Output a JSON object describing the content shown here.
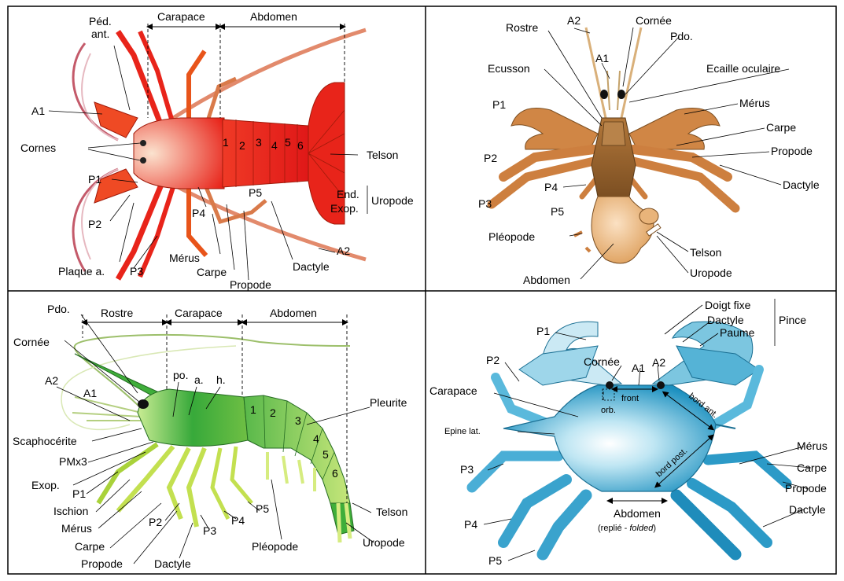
{
  "panels": {
    "lobster": {
      "sections": {
        "carapace": "Carapace",
        "abdomen": "Abdomen"
      },
      "labels": {
        "ped_ant": "Péd.\nant.",
        "a1": "A1",
        "cornes": "Cornes",
        "p1": "P1",
        "p2": "P2",
        "plaque": "Plaque a.",
        "p3": "P3",
        "p4": "P4",
        "p5": "P5",
        "merus": "Mérus",
        "carpe": "Carpe",
        "propode": "Propode",
        "dactyle": "Dactyle",
        "a2": "A2",
        "telson": "Telson",
        "end": "End.",
        "exop": "Exop.",
        "uropode": "Uropode"
      },
      "segments": [
        "1",
        "2",
        "3",
        "4",
        "5",
        "6"
      ]
    },
    "hermit": {
      "labels": {
        "rostre": "Rostre",
        "a2": "A2",
        "cornee": "Cornée",
        "pdo": "Pdo.",
        "a1": "A1",
        "ecusson": "Ecusson",
        "ecaille": "Ecaille oculaire",
        "p1": "P1",
        "merus": "Mérus",
        "carpe": "Carpe",
        "propode": "Propode",
        "p2": "P2",
        "dactyle": "Dactyle",
        "p4": "P4",
        "p3": "P3",
        "p5": "P5",
        "pleopode": "Pléopode",
        "telson": "Telson",
        "uropode": "Uropode",
        "abdomen": "Abdomen"
      }
    },
    "shrimp": {
      "sections": {
        "rostre": "Rostre",
        "carapace": "Carapace",
        "abdomen": "Abdomen"
      },
      "labels": {
        "pdo": "Pdo.",
        "cornee": "Cornée",
        "po": "po.",
        "a": "a.",
        "h": "h.",
        "a2": "A2",
        "a1": "A1",
        "pleurite": "Pleurite",
        "scapho": "Scaphocérite",
        "pmx3": "PMx3",
        "exop": "Exop.",
        "p1": "P1",
        "ischion": "Ischion",
        "merus": "Mérus",
        "carpe": "Carpe",
        "propode": "Propode",
        "dactyle": "Dactyle",
        "p2": "P2",
        "p3": "P3",
        "p4": "P4",
        "p5": "P5",
        "pleopode": "Pléopode",
        "telson": "Telson",
        "uropode": "Uropode"
      },
      "segments": [
        "1",
        "2",
        "3",
        "4",
        "5",
        "6"
      ]
    },
    "crab": {
      "labels": {
        "doigt": "Doigt fixe",
        "dactyle_p": "Dactyle",
        "paume": "Paume",
        "pince": "Pince",
        "p1": "P1",
        "cornee": "Cornée",
        "a1": "A1",
        "a2": "A2",
        "p2": "P2",
        "carapace": "Carapace",
        "front": "front",
        "orb": "orb.",
        "epine": "Epine lat.",
        "bord_ant": "bord ant.",
        "bord_post": "bord post.",
        "merus": "Mérus",
        "carpe": "Carpe",
        "propode": "Propode",
        "dactyle": "Dactyle",
        "p3": "P3",
        "p4": "P4",
        "p5": "P5",
        "abdomen": "Abdomen",
        "replie": "(replié - ",
        "folded": "folded",
        "close": ")"
      }
    }
  },
  "colors": {
    "lobster": "#e8241a",
    "lobster_light": "#f7c6a8",
    "hermit": "#c9793a",
    "hermit_dark": "#8a5a2a",
    "shrimp": "#3fae3a",
    "shrimp_light": "#cde86a",
    "crab": "#2aa2c8",
    "crab_light": "#bfe6f3"
  }
}
